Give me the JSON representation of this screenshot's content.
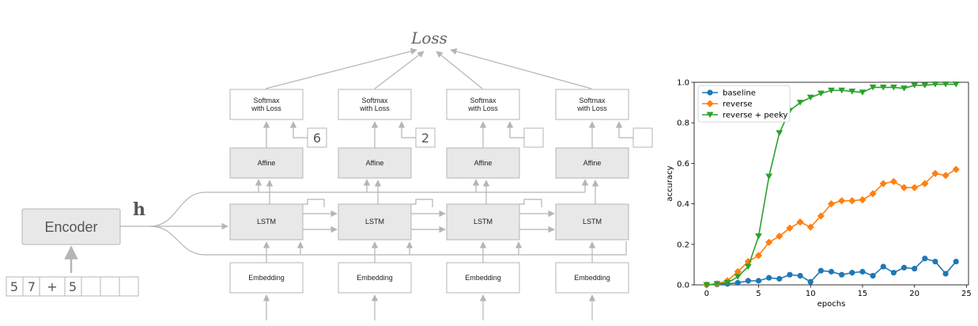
{
  "diagram": {
    "loss_label": "Loss",
    "encoder_label": "Encoder",
    "h_label": "h",
    "input_sequence": [
      "5",
      "7",
      "+",
      "5",
      "",
      "",
      "",
      ""
    ],
    "columns": [
      {
        "softmax": "Softmax\nwith Loss",
        "target": "6",
        "affine": "Affine",
        "lstm": "LSTM",
        "embedding": "Embedding"
      },
      {
        "softmax": "Softmax\nwith Loss",
        "target": "2",
        "affine": "Affine",
        "lstm": "LSTM",
        "embedding": "Embedding"
      },
      {
        "softmax": "Softmax\nwith Loss",
        "target": "",
        "affine": "Affine",
        "lstm": "LSTM",
        "embedding": "Embedding"
      },
      {
        "softmax": "Softmax\nwith Loss",
        "target": "",
        "affine": "Affine",
        "lstm": "LSTM",
        "embedding": "Embedding"
      }
    ]
  },
  "chart_data": {
    "type": "line",
    "xlabel": "epochs",
    "ylabel": "accuracy",
    "xlim": [
      -1.2,
      25.2
    ],
    "ylim": [
      0,
      1.0
    ],
    "xticks": [
      "0",
      "5",
      "10",
      "15",
      "20",
      "25"
    ],
    "yticks": [
      "0.0",
      "0.2",
      "0.4",
      "0.6",
      "0.8",
      "1.0"
    ],
    "legend_position": "top-left",
    "grid": false,
    "x": [
      0,
      1,
      2,
      3,
      4,
      5,
      6,
      7,
      8,
      9,
      10,
      11,
      12,
      13,
      14,
      15,
      16,
      17,
      18,
      19,
      20,
      21,
      22,
      23,
      24
    ],
    "series": [
      {
        "name": "baseline",
        "color": "#1f77b4",
        "marker": "circle",
        "values": [
          0.0,
          0.002,
          0.005,
          0.01,
          0.02,
          0.02,
          0.035,
          0.03,
          0.05,
          0.045,
          0.015,
          0.07,
          0.065,
          0.05,
          0.06,
          0.065,
          0.045,
          0.09,
          0.06,
          0.085,
          0.08,
          0.13,
          0.115,
          0.055,
          0.115
        ]
      },
      {
        "name": "reverse",
        "color": "#ff7f0e",
        "marker": "diamond",
        "values": [
          0.0,
          0.005,
          0.02,
          0.065,
          0.115,
          0.145,
          0.21,
          0.24,
          0.28,
          0.31,
          0.285,
          0.34,
          0.4,
          0.415,
          0.415,
          0.42,
          0.45,
          0.5,
          0.51,
          0.48,
          0.48,
          0.5,
          0.55,
          0.54,
          0.57
        ]
      },
      {
        "name": "reverse + peeky",
        "color": "#2ca02c",
        "marker": "triangle-down",
        "values": [
          0.0,
          0.005,
          0.01,
          0.04,
          0.09,
          0.24,
          0.535,
          0.75,
          0.86,
          0.9,
          0.925,
          0.945,
          0.96,
          0.96,
          0.955,
          0.95,
          0.975,
          0.975,
          0.975,
          0.97,
          0.985,
          0.985,
          0.99,
          0.99,
          0.99
        ]
      }
    ]
  }
}
